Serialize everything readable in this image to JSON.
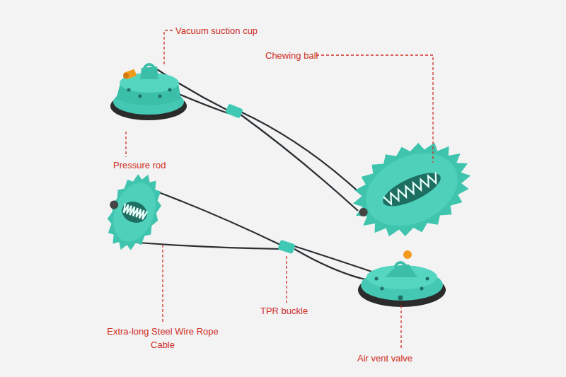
{
  "diagram": {
    "labels": [
      "Vacuum suction cup",
      "Chewing ball",
      "Pressure rod",
      "Extra-long Steel Wire Rope Cable",
      "TPR buckle",
      "Air vent valve"
    ]
  }
}
